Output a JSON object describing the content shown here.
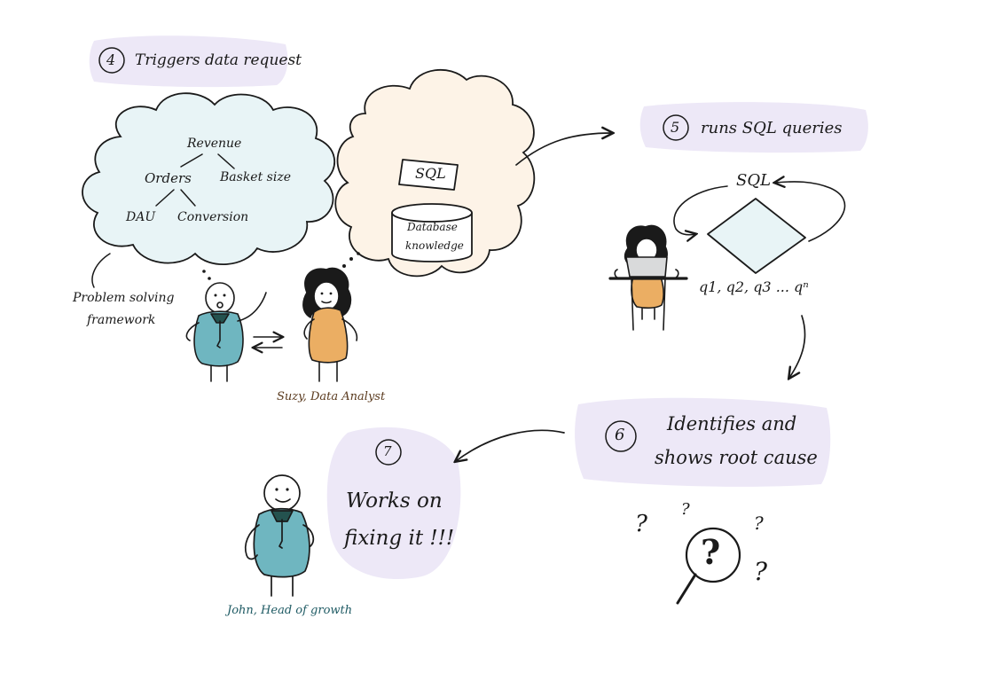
{
  "colors": {
    "highlight": "#ede8f7",
    "cloud_blue": "#e8f4f6",
    "cloud_peach": "#fdf3e7",
    "teal": "#6fb6c0",
    "orange": "#ebae63",
    "dark_green": "#24524f",
    "ink": "#1a1a1a"
  },
  "step4": {
    "number": "4",
    "label": "Triggers data request"
  },
  "framework": {
    "revenue": "Revenue",
    "orders": "Orders",
    "basket": "Basket size",
    "dau": "DAU",
    "conversion": "Conversion",
    "label_line1": "Problem solving",
    "label_line2": "framework"
  },
  "analyst_thought": {
    "sql": "SQL",
    "db_line1": "Database",
    "db_line2": "knowledge"
  },
  "suzy": {
    "caption": "Suzy, Data Analyst"
  },
  "step5": {
    "number": "5",
    "label": "runs SQL queries",
    "sql": "SQL",
    "queries": "q1, q2, q3 ... qⁿ"
  },
  "step6": {
    "number": "6",
    "line1": "Identifies and",
    "line2": "shows root cause"
  },
  "step7": {
    "number": "7",
    "line1": "Works on",
    "line2": "fixing it !!!"
  },
  "john": {
    "caption": "John, Head of growth"
  },
  "question_marks": {
    "glyph": "?"
  }
}
